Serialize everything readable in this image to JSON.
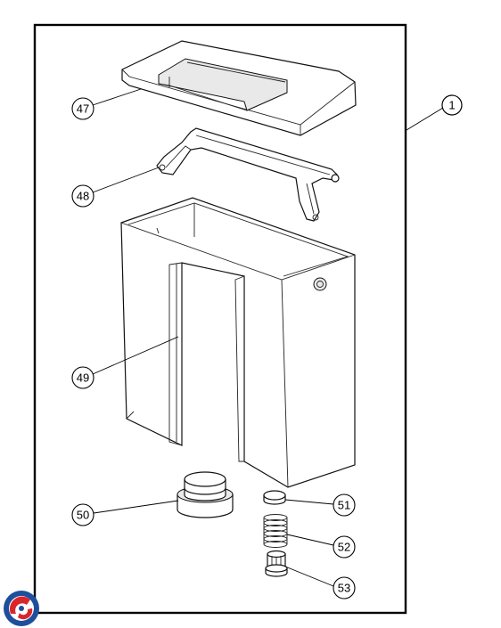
{
  "diagram": {
    "assembly_callout": "1",
    "parts": [
      {
        "id": "p47",
        "callout": "47"
      },
      {
        "id": "p48",
        "callout": "48"
      },
      {
        "id": "p49",
        "callout": "49"
      },
      {
        "id": "p50",
        "callout": "50"
      },
      {
        "id": "p51",
        "callout": "51"
      },
      {
        "id": "p52",
        "callout": "52"
      },
      {
        "id": "p53",
        "callout": "53"
      }
    ]
  },
  "colors": {
    "line": "#111111",
    "logo_blue": "#1d4f9c",
    "logo_red": "#d9262b"
  },
  "icons": {
    "logo": "brand-swirl-logo-icon"
  }
}
